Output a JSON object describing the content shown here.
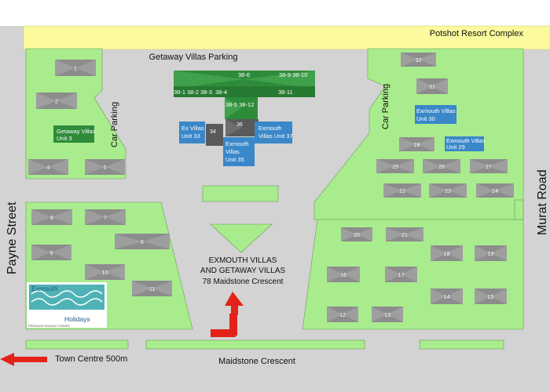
{
  "resort_label": "Potshot Resort Complex",
  "parking_top": "Getaway Villas Parking",
  "car_parking_left": "Car Parking",
  "car_parking_right": "Car Parking",
  "street_left": "Payne Street",
  "street_right": "Murat Road",
  "street_bottom": "Maidstone Crescent",
  "direction": "Town Centre 500m",
  "center_lines": [
    "EXMOUTH VILLAS",
    "AND GETAWAY VILLAS",
    "78 Maidstone Crescent"
  ],
  "logo": {
    "line1": "Exmouth",
    "line2": "Holidays",
    "line3": "PREMIUM HOLIDAY HOMES"
  },
  "green_villas": {
    "big_top": "38-6",
    "big_top_right": "38-9 38-10",
    "row": [
      "38-1",
      "38-2",
      "38-3",
      "38-4",
      "38-11"
    ],
    "mid": "38-5 38-12",
    "getaway3": [
      "Getaway Villas",
      "Unit 3"
    ]
  },
  "blue_villas": {
    "exvillas33": [
      "Ex Villas",
      "Unit 33"
    ],
    "exmouth37": [
      "Exmouth",
      "Villas Unit 37"
    ],
    "exmouth35": [
      "Exmouth",
      "Villas",
      "Unit 35"
    ],
    "exmouth30": [
      "Exmouth Villas",
      "Unit 30"
    ],
    "exmouth29": [
      "Exmouth Villas",
      "Unit 29"
    ]
  },
  "dark_units": [
    "34",
    "36"
  ],
  "units": [
    "1",
    "2",
    "4",
    "5",
    "6",
    "7",
    "8",
    "9",
    "10",
    "11",
    "12",
    "13",
    "14",
    "15",
    "16",
    "17",
    "18",
    "19",
    "20",
    "21",
    "22",
    "23",
    "24",
    "25",
    "26",
    "27",
    "28",
    "31",
    "32"
  ],
  "colors": {
    "lawn": "#a9ec8d",
    "road": "#d3d3d3",
    "resort": "#fbfa9c",
    "unit": "#8c8c8c",
    "green_villa": "#2e8b3a",
    "blue_villa": "#3a87c9",
    "arrow": "#e32219"
  }
}
